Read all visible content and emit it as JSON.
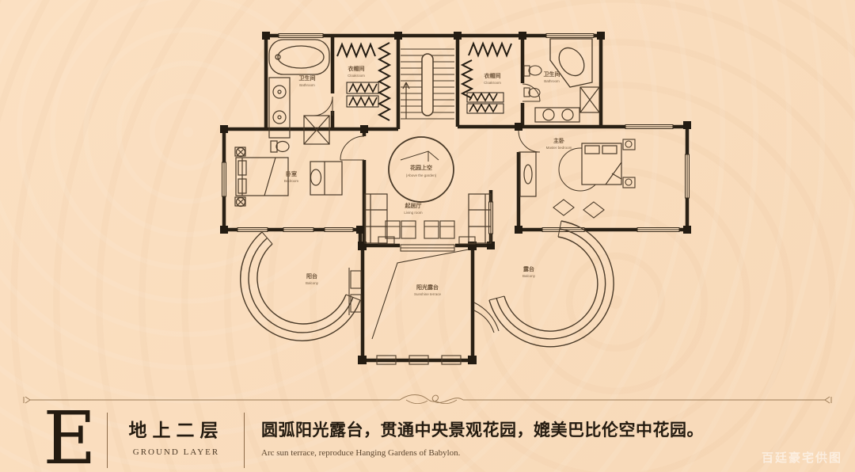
{
  "plan": {
    "rooms": {
      "bath_left": {
        "zh": "卫生间",
        "en": "Bathroom"
      },
      "cloak_left": {
        "zh": "衣帽间",
        "en": "Cloakroom"
      },
      "cloak_right": {
        "zh": "衣帽间",
        "en": "Cloakroom"
      },
      "bath_right": {
        "zh": "卫生间",
        "en": "Bathroom"
      },
      "bedroom": {
        "zh": "卧室",
        "en": "Bedroom"
      },
      "master": {
        "zh": "主卧",
        "en": "Master bedroom"
      },
      "living": {
        "zh": "起居厅",
        "en": "Living room"
      },
      "void": {
        "zh": "花园上空",
        "en": "(Above the garden)"
      },
      "terrace": {
        "zh": "阳光露台",
        "en": "Sunshine terrace"
      },
      "balcony_left": {
        "zh": "阳台",
        "en": "Balcony"
      },
      "balcony_right": {
        "zh": "露台",
        "en": "Balcony"
      }
    }
  },
  "caption": {
    "letter": "E",
    "floor_zh": "地上二层",
    "floor_en": "GROUND LAYER",
    "desc_zh": "圆弧阳光露台，贯通中央景观花园，媲美巴比伦空中花园。",
    "desc_en": "Arc sun terrace, reproduce Hanging Gardens of Babylon."
  },
  "watermark": "百廷豪宅供图",
  "colors": {
    "background": "#fbdebe",
    "wall_ink": "#2a2115",
    "fixture_ink": "#55422e",
    "label_ink": "#6d543a",
    "rule": "#8d6b49"
  }
}
